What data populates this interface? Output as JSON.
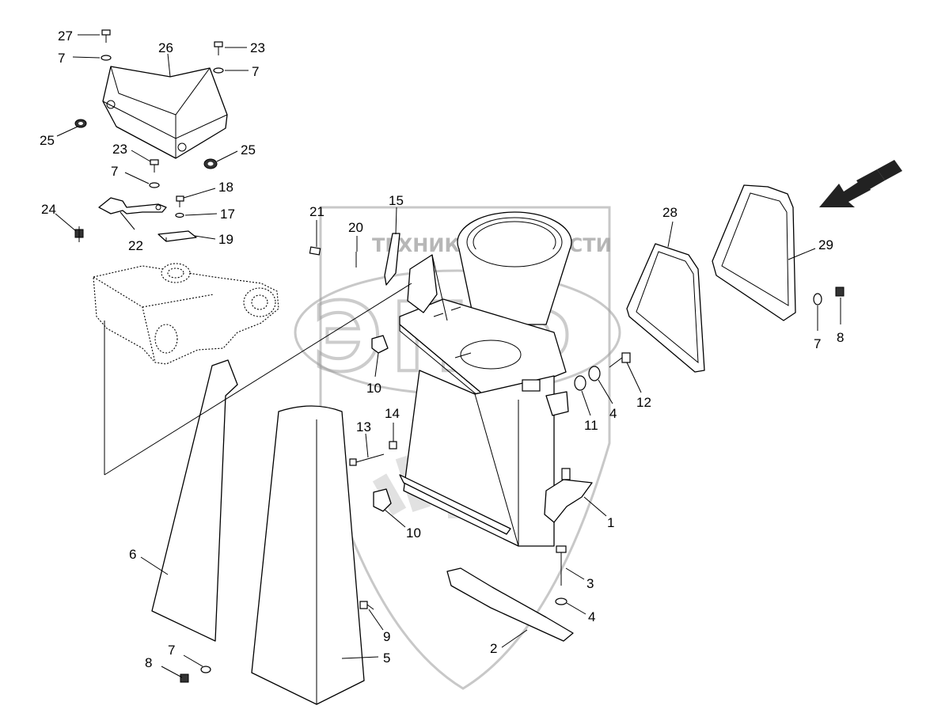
{
  "watermark": {
    "line1_left": "ТЕХНИКА",
    "line1_right": "ЗАПЧАСТИ",
    "big_letters": "ЭПФ"
  },
  "callouts": {
    "c27": "27",
    "c7a": "7",
    "c26": "26",
    "c23a": "23",
    "c7b": "7",
    "c25a": "25",
    "c23b": "23",
    "c25b": "25",
    "c7c": "7",
    "c18": "18",
    "c24": "24",
    "c17": "17",
    "c22": "22",
    "c19": "19",
    "c21": "21",
    "c20": "20",
    "c15": "15",
    "c28": "28",
    "c29": "29",
    "c7d": "7",
    "c8a": "8",
    "c10a": "10",
    "c11": "11",
    "c4a": "4",
    "c12": "12",
    "c14": "14",
    "c13": "13",
    "c1": "1",
    "c10b": "10",
    "c6": "6",
    "c3": "3",
    "c4b": "4",
    "c2": "2",
    "c9": "9",
    "c5": "5",
    "c7e": "7",
    "c8b": "8"
  }
}
